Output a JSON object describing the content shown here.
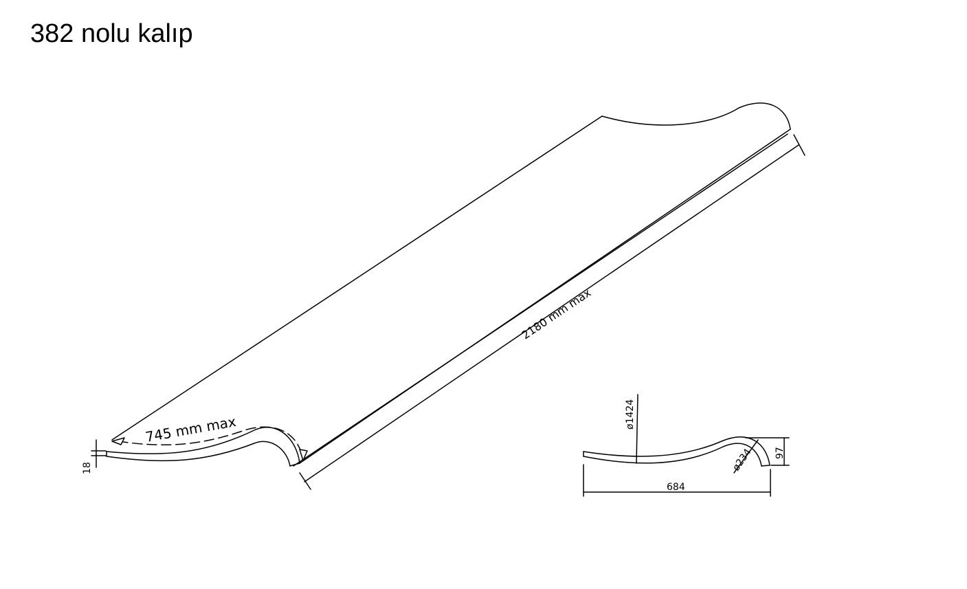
{
  "title": "382 nolu kalıp",
  "dimensions": {
    "length": "2180 mm max",
    "width": "745 mm max",
    "thickness": "18",
    "diameter_large": "ø1424",
    "diameter_small": "ø234",
    "profile_width": "684",
    "profile_height": "97"
  },
  "colors": {
    "line": "#000000",
    "background": "#ffffff"
  }
}
